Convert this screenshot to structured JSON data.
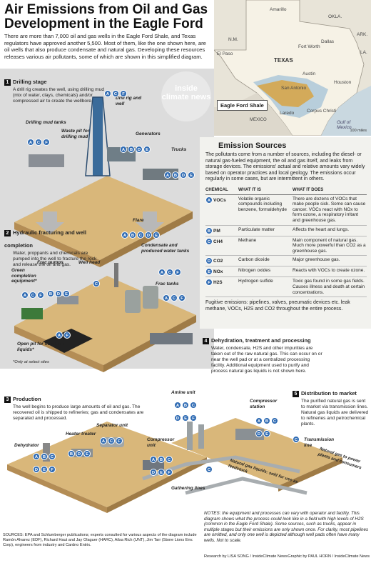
{
  "header": {
    "title": "Air Emissions from Oil and Gas Development in the Eagle Ford",
    "intro": "There are more than 7,000 oil and gas wells in the Eagle Ford Shale, and Texas regulators have approved another 5,500. Most of them, like the one shown here, are oil wells that also produce condensate and natural gas. Developing these resources releases various air pollutants, some of which are shown in this simplified diagram."
  },
  "map": {
    "labels": {
      "amarillo": "Amarillo",
      "okla": "OKLA.",
      "ark": "ARK.",
      "nm": "N.M.",
      "fort_worth": "Fort Worth",
      "dallas": "Dallas",
      "el_paso": "El Paso",
      "texas": "TEXAS",
      "la": "LA.",
      "austin": "Austin",
      "houston": "Houston",
      "san_antonio": "San Antonio",
      "laredo": "Laredo",
      "corpus": "Corpus Christi",
      "mexico": "MEXICO",
      "gulf": "Gulf of Mexico",
      "eagle_ford": "Eagle Ford Shale",
      "scale": "100 miles"
    }
  },
  "watermark": "inside climate news",
  "stages": {
    "s1": {
      "num": "1",
      "title": "Drilling stage",
      "body": "A drill rig creates the well, using drilling mud (mix of water, clays, chemicals) and/or compressed air to create the wellbore.",
      "labels": {
        "rig": "Drill rig and well",
        "mud_tanks": "Drilling mud tanks",
        "waste_pit": "Waste pit for drilling mud",
        "generators": "Generators",
        "trucks": "Trucks"
      }
    },
    "s2": {
      "num": "2",
      "title": "Hydraulic fracturing and well completion",
      "body": "Water, proppants and chemicals are pumped into the well to fracture the rock and release the oil and gas.",
      "labels": {
        "flare": "Flare",
        "condensate": "Condensate and produced water tanks",
        "frac_pumps": "Frac pumps",
        "well_head": "Well head",
        "green": "Green completion equipment*",
        "frac_tanks": "Frac tanks",
        "open_pit": "Open pit for flowback liquids*",
        "footnote": "*Only at select sites"
      }
    },
    "s3": {
      "num": "3",
      "title": "Production",
      "body": "The well begins to produce large amounts of oil and gas. The recovered oil is shipped to refineries; gas and condensates are separated and processed.",
      "labels": {
        "separator": "Separator unit",
        "heater": "Heater treater",
        "dehydrator": "Dehydrator",
        "compressor": "Compressor unit",
        "gathering": "Gathering lines"
      }
    },
    "s4": {
      "num": "4",
      "title": "Dehydration, treatment and processing",
      "body": "Water, condensate, H2S and other impurities are taken out of the raw natural gas. This can occur on or near the well pad or at a centralized processing facility. Additional equipment used to purify and process natural gas liquids is not shown here.",
      "labels": {
        "amine": "Amine unit",
        "compressor_station": "Compressor station",
        "ngl": "Natural gas liquids: sold for use as feedstock",
        "ng": "Natural gas to power plants and consumers"
      }
    },
    "s5": {
      "num": "5",
      "title": "Distribution to market",
      "body": "The purified natural gas is sent to market via transmission lines. Natural gas liquids are delivered to refineries and petrochemical plants.",
      "labels": {
        "transmission": "Transmission line"
      }
    }
  },
  "emission_sources": {
    "title": "Emission Sources",
    "intro": "The pollutants come from a number of sources, including the diesel- or natural gas-fueled equipment, the oil and gas itself, and leaks from storage devices. The emissions' actual and relative amounts vary widely based on operator practices and local geology. The emissions occur regularly in some cases, but are intermittent in others.",
    "headers": [
      "CHEMICAL",
      "WHAT IT IS",
      "WHAT IT DOES"
    ],
    "rows": [
      {
        "badge": "A",
        "chem": "VOCs",
        "is": "Volatile organic compounds including benzene, formaldehyde",
        "does": "There are dozens of VOCs that make people sick. Some can cause cancer. VOCs react with NOx to form ozone, a respiratory irritant and greenhouse gas."
      },
      {
        "badge": "B",
        "chem": "PM",
        "is": "Particulate matter",
        "does": "Affects the heart and lungs."
      },
      {
        "badge": "C",
        "chem": "CH4",
        "is": "Methane",
        "does": "Main component of natural gas. Much more powerful than CO2 as a greenhouse gas."
      },
      {
        "badge": "D",
        "chem": "CO2",
        "is": "Carbon dioxide",
        "does": "Major greenhouse gas."
      },
      {
        "badge": "E",
        "chem": "NOx",
        "is": "Nitrogen oxides",
        "does": "Reacts with VOCs to create ozone."
      },
      {
        "badge": "F",
        "chem": "H2S",
        "is": "Hydrogen sulfide",
        "does": "Toxic gas found in some gas fields. Causes illness and death at certain concentrations."
      }
    ],
    "fugitive": "Fugitive emissions: pipelines, valves, pneumatic devices etc. leak methane, VOCs, H2S and CO2 throughout the entire process."
  },
  "badge_sets": {
    "rig": [
      "A",
      "C",
      "F"
    ],
    "mud_tanks": [
      "A",
      "C",
      "F"
    ],
    "generators": [
      "A",
      "B",
      "D",
      "E"
    ],
    "trucks": [
      "A",
      "B",
      "D",
      "E"
    ],
    "flare": [
      "A",
      "B",
      "C",
      "D",
      "E"
    ],
    "condensate": [
      "A",
      "C",
      "F"
    ],
    "frac_pumps": [
      "B",
      "D",
      "E"
    ],
    "green": [
      "A",
      "C",
      "F"
    ],
    "well_head": [
      "C"
    ],
    "frac_tanks": [
      "A",
      "C",
      "F"
    ],
    "open_pit": [
      "A",
      "F"
    ],
    "separator": [
      "A",
      "C",
      "F"
    ],
    "heater": [
      "B",
      "D",
      "E"
    ],
    "dehydrator": [
      "A",
      "B",
      "C",
      "D",
      "E",
      "F"
    ],
    "compressor": [
      "A",
      "B",
      "C",
      "D",
      "E",
      "F"
    ],
    "amine": [
      "A",
      "B",
      "C",
      "D",
      "E",
      "F"
    ],
    "compressor_station": [
      "A",
      "B",
      "C",
      "D",
      "E"
    ],
    "transmission": [
      "C"
    ],
    "pipe_c": [
      "C"
    ]
  },
  "notes": "NOTES: the equipment and processes can vary with operator and facility. This diagram shows what the process could look like in a field with high levels of H2S (common in the Eagle Ford Shale). Some sources, such as trucks, appear in multiple stages but their emissions are only shown once. For clarity, most pipelines are omitted, and only one well is depicted although well pads often have many wells. Not to scale.",
  "sources": "SOURCES: EPA and Schlumberger publications; experts consulted for various aspects of the diagram include Ramón Alvarez (EDF), Richard Haut and Jay Olaguer (HARC), Ailsa Rich (UNT), Jim Tarr (Stone Lions Env. Corp), engineers from industry and Cardno Entrix.",
  "credits": {
    "research": "Research by LISA SONG / InsideClimate News",
    "graphic": "Graphic by PAUL HORN / InsideClimate News"
  },
  "colors": {
    "badge": "#2f6bb3",
    "ground": "#d9b77a",
    "emission_box": "#f2f2ee",
    "stage_bg": "#dcdcdc"
  }
}
